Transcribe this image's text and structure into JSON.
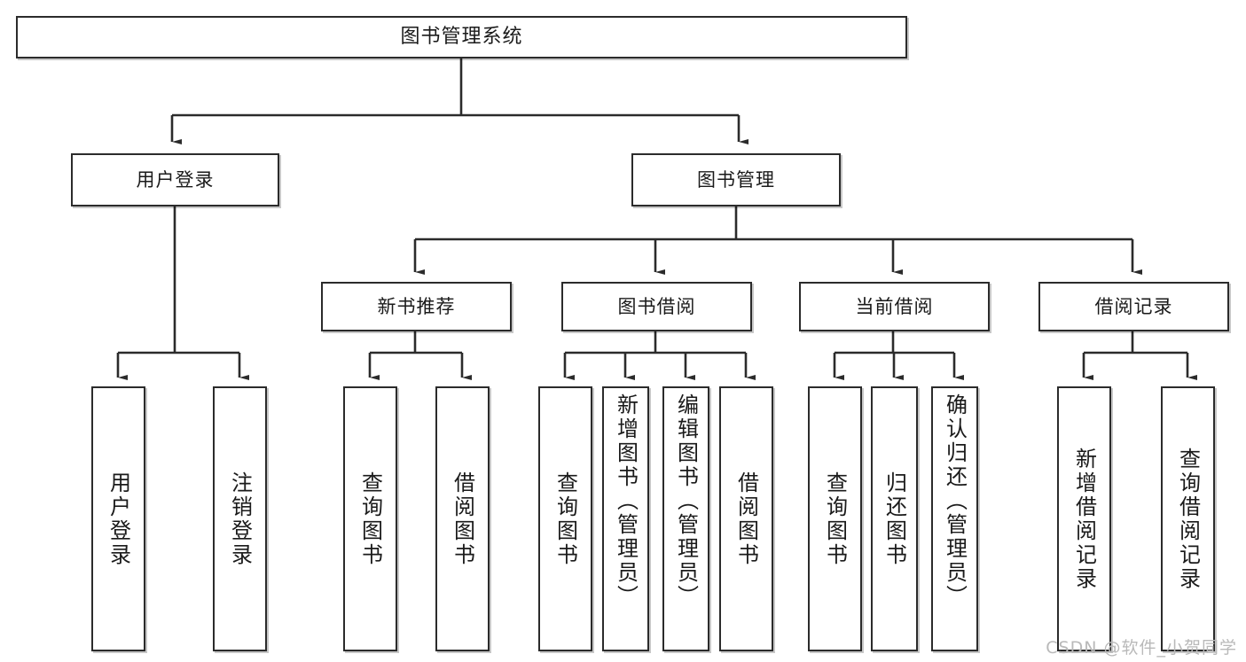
{
  "meta": {
    "title": "图书管理系统 功能结构图",
    "background_color": "#ffffff",
    "line_color": "#2b2b2b",
    "text_color": "#1a1a1a",
    "watermark_color": "#b9b9b9"
  },
  "watermark": "CSDN @软件_小贺同学",
  "chart_data": {
    "type": "tree",
    "title": "图书管理系统",
    "orientation": "top-down",
    "nodes": [
      {
        "id": "root",
        "label": "图书管理系统",
        "level": 0,
        "parent": null
      },
      {
        "id": "n-user-login",
        "label": "用户登录",
        "level": 1,
        "parent": "root"
      },
      {
        "id": "n-book-mgmt",
        "label": "图书管理",
        "level": 1,
        "parent": "root"
      },
      {
        "id": "n-new-book-rec",
        "label": "新书推荐",
        "level": 2,
        "parent": "n-book-mgmt"
      },
      {
        "id": "n-book-borrow",
        "label": "图书借阅",
        "level": 2,
        "parent": "n-book-mgmt"
      },
      {
        "id": "n-current-borrow",
        "label": "当前借阅",
        "level": 2,
        "parent": "n-book-mgmt"
      },
      {
        "id": "n-borrow-record",
        "label": "借阅记录",
        "level": 2,
        "parent": "n-book-mgmt"
      },
      {
        "id": "l-user-login",
        "label": "用户登录",
        "level": 3,
        "parent": "n-user-login"
      },
      {
        "id": "l-user-logout",
        "label": "注销登录",
        "level": 3,
        "parent": "n-user-login"
      },
      {
        "id": "l-rec-query",
        "label": "查询图书",
        "level": 3,
        "parent": "n-new-book-rec"
      },
      {
        "id": "l-rec-borrow",
        "label": "借阅图书",
        "level": 3,
        "parent": "n-new-book-rec"
      },
      {
        "id": "l-bb-query",
        "label": "查询图书",
        "level": 3,
        "parent": "n-book-borrow"
      },
      {
        "id": "l-bb-add",
        "label": "新增图书（管理员）",
        "level": 3,
        "parent": "n-book-borrow"
      },
      {
        "id": "l-bb-edit",
        "label": "编辑图书（管理员）",
        "level": 3,
        "parent": "n-book-borrow"
      },
      {
        "id": "l-bb-borrow",
        "label": "借阅图书",
        "level": 3,
        "parent": "n-book-borrow"
      },
      {
        "id": "l-cb-query",
        "label": "查询图书",
        "level": 3,
        "parent": "n-current-borrow"
      },
      {
        "id": "l-cb-return",
        "label": "归还图书",
        "level": 3,
        "parent": "n-current-borrow"
      },
      {
        "id": "l-cb-confirm",
        "label": "确认归还（管理员）",
        "level": 3,
        "parent": "n-current-borrow"
      },
      {
        "id": "l-br-add",
        "label": "新增借阅记录",
        "level": 3,
        "parent": "n-borrow-record"
      },
      {
        "id": "l-br-query",
        "label": "查询借阅记录",
        "level": 3,
        "parent": "n-borrow-record"
      }
    ]
  }
}
